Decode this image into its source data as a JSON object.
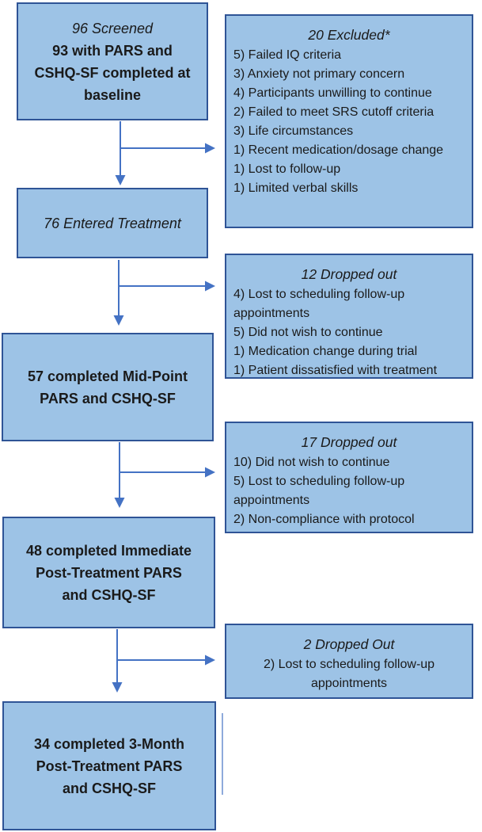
{
  "diagram": {
    "left_boxes": [
      {
        "italic_line": "96 Screened",
        "bold_lines": [
          "93 with PARS and",
          "CSHQ-SF completed at",
          "baseline"
        ]
      },
      {
        "italic_line": "76 Entered Treatment"
      },
      {
        "bold_lines": [
          "57 completed Mid-Point",
          "PARS and CSHQ-SF"
        ]
      },
      {
        "bold_lines": [
          "48 completed Immediate",
          "Post-Treatment PARS",
          "and CSHQ-SF"
        ]
      },
      {
        "bold_lines": [
          "34 completed 3-Month",
          "Post-Treatment PARS",
          "and CSHQ-SF"
        ]
      }
    ],
    "right_boxes": [
      {
        "title": "20 Excluded*",
        "items": [
          "5) Failed IQ criteria",
          "3) Anxiety not primary concern",
          "4) Participants unwilling to continue",
          "2) Failed to meet SRS cutoff criteria",
          "3) Life circumstances",
          "1) Recent medication/dosage change",
          "1) Lost to follow-up",
          "1) Limited verbal skills"
        ]
      },
      {
        "title": "12 Dropped out",
        "items": [
          "4) Lost to scheduling follow-up appointments",
          "5) Did not wish to continue",
          "1) Medication change during trial",
          "1) Patient dissatisfied with treatment"
        ]
      },
      {
        "title": "17 Dropped out",
        "items": [
          "10) Did not wish to continue",
          "5) Lost to scheduling follow-up appointments",
          "2) Non-compliance with protocol"
        ]
      },
      {
        "title": "2 Dropped Out",
        "items": [
          "2) Lost to scheduling follow-up appointments"
        ]
      }
    ],
    "colors": {
      "box_fill": "#9DC3E6",
      "box_border": "#2F5496",
      "arrow": "#4472C4",
      "stray_line": "#8EAADB",
      "text": "#1a1a1a"
    }
  }
}
